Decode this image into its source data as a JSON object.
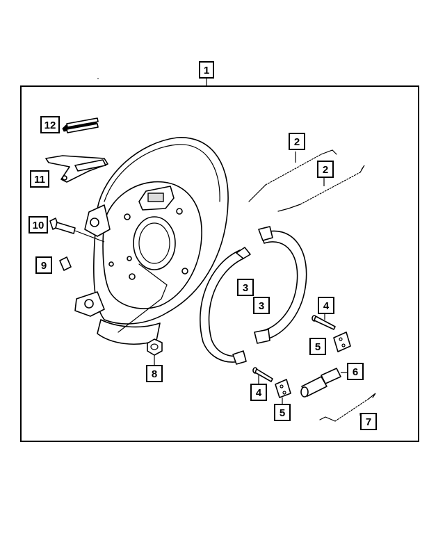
{
  "assembly": {
    "label": "1"
  },
  "callouts": [
    {
      "id": "c12",
      "label": "12"
    },
    {
      "id": "c11",
      "label": "11"
    },
    {
      "id": "c10",
      "label": "10"
    },
    {
      "id": "c9",
      "label": "9"
    },
    {
      "id": "c8",
      "label": "8"
    },
    {
      "id": "c2a",
      "label": "2"
    },
    {
      "id": "c2b",
      "label": "2"
    },
    {
      "id": "c3a",
      "label": "3"
    },
    {
      "id": "c3b",
      "label": "3"
    },
    {
      "id": "c4a",
      "label": "4"
    },
    {
      "id": "c4b",
      "label": "4"
    },
    {
      "id": "c5a",
      "label": "5"
    },
    {
      "id": "c5b",
      "label": "5"
    },
    {
      "id": "c6",
      "label": "6"
    },
    {
      "id": "c7",
      "label": "7"
    }
  ]
}
